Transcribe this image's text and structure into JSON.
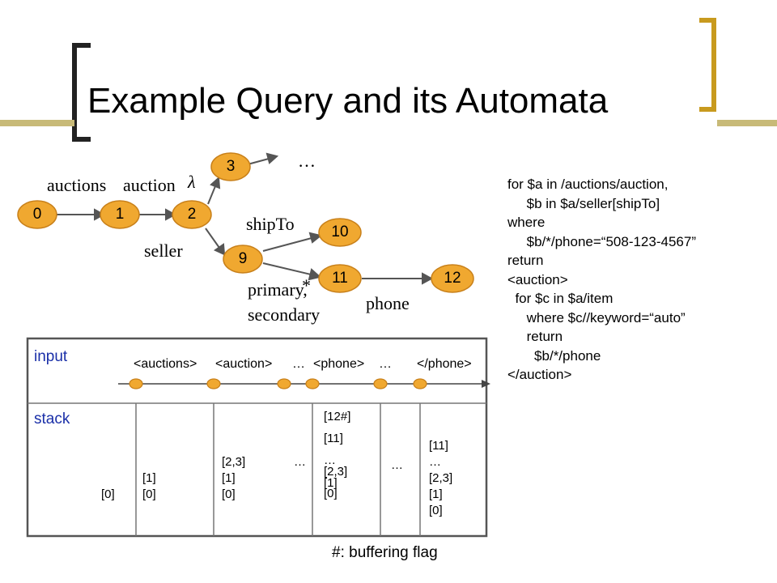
{
  "slide": {
    "title": "Example Query and its Automata"
  },
  "automaton": {
    "states": [
      {
        "id": "s0",
        "label": "0"
      },
      {
        "id": "s1",
        "label": "1"
      },
      {
        "id": "s2",
        "label": "2"
      },
      {
        "id": "s3",
        "label": "3"
      },
      {
        "id": "s9",
        "label": "9"
      },
      {
        "id": "s10",
        "label": "10"
      },
      {
        "id": "s11",
        "label": "11"
      },
      {
        "id": "s12",
        "label": "12"
      }
    ],
    "edge_labels": {
      "auctions": "auctions",
      "auction": "auction",
      "lambda": "λ",
      "ellipsis": "…",
      "seller": "seller",
      "shipTo": "shipTo",
      "star": "*",
      "primary": "primary,",
      "secondary": "secondary",
      "phone": "phone"
    },
    "colors": {
      "state_fill": "#f0a830",
      "state_stroke": "#c8801a",
      "accent_bar": "#c89a1e"
    }
  },
  "query": {
    "lines": [
      "for $a in /auctions/auction,",
      "     $b in $a/seller[shipTo]",
      "where",
      "     $b/*/phone=“508-123-4567”",
      "return",
      "<auction>",
      "  for $c in $a/item",
      "     where $c//keyword=“auto”",
      "     return",
      "       $b/*/phone",
      "</auction>"
    ]
  },
  "execution": {
    "input_label": "input",
    "stack_label": "stack",
    "input_tokens": {
      "t1": "<auctions>",
      "t2": "<auction>",
      "t3": "…",
      "t4": "<phone>",
      "t5": "…",
      "t6": "</phone>"
    },
    "stacks": {
      "c1": "[0]",
      "c2": "[1]\n[0]",
      "c3": "[2,3]\n[1]\n[0]",
      "c4": "…",
      "c5": "[12#]\n\n[11]\n\n…\n[2,3]\n[1]\n[0]",
      "c6": "…",
      "c7": "[11]\n…\n[2,3]\n[1]\n[0]"
    },
    "footnote": "#: buffering flag"
  }
}
